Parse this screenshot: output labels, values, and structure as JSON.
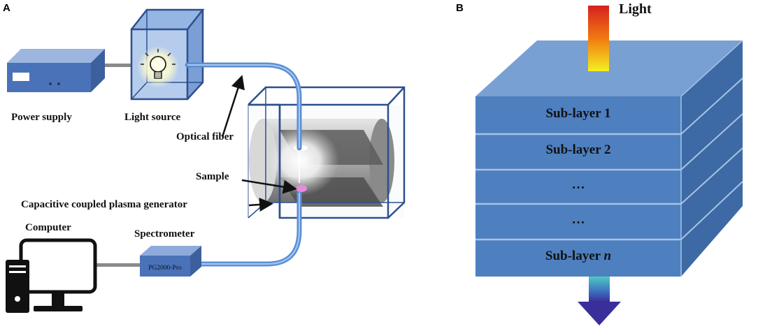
{
  "panels": {
    "a": {
      "letter": "A"
    },
    "b": {
      "letter": "B"
    }
  },
  "setup": {
    "power_supply": "Power supply",
    "light_source": "Light source",
    "optical_fiber": "Optical fiber",
    "sample": "Sample",
    "plasma_generator": "Capacitive coupled plasma generator",
    "computer": "Computer",
    "spectrometer": "Spectrometer",
    "spectrometer_model": "PG2000-Pro"
  },
  "layers": {
    "light_label": "Light",
    "items": [
      {
        "label": "Sub-layer 1",
        "italic": ""
      },
      {
        "label": "Sub-layer 2",
        "italic": ""
      },
      {
        "label": "…",
        "italic": ""
      },
      {
        "label": "…",
        "italic": ""
      },
      {
        "label": "Sub-layer ",
        "italic": "n"
      }
    ]
  },
  "colors": {
    "fiber": "#5b8fd6",
    "device_blue": "#4a72b8",
    "layer_fill": "#4e7fbf",
    "layer_top": "#79a0d3",
    "layer_side": "#3d6aa5"
  }
}
